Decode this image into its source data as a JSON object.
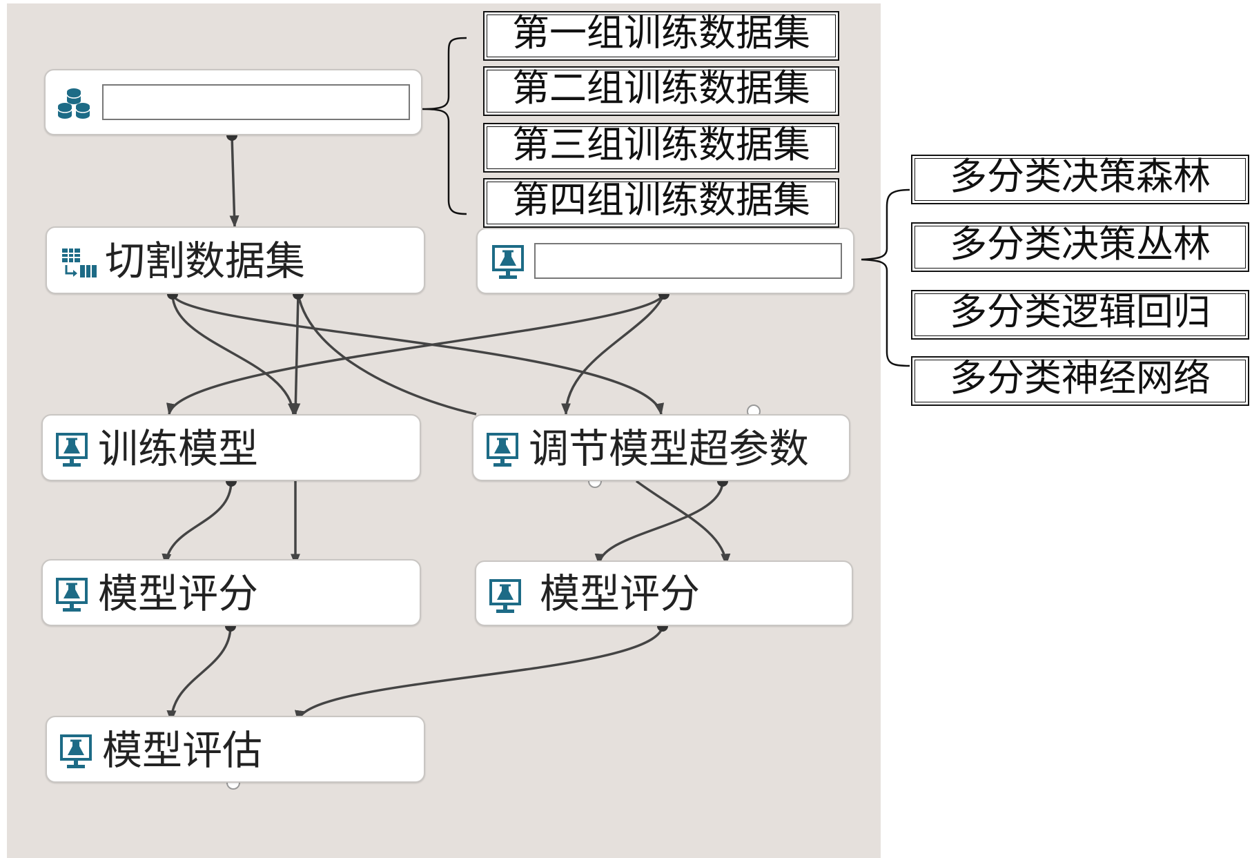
{
  "diagram": {
    "top_dataset_list": [
      "第一组训练数据集",
      "第二组训练数据集",
      "第三组训练数据集",
      "第四组训练数据集"
    ],
    "algorithm_list": [
      "多分类决策森林",
      "多分类决策丛林",
      "多分类逻辑回归",
      "多分类神经网络"
    ],
    "nodes": {
      "dataset": "",
      "split": "切割数据集",
      "algorithm": "",
      "train": "训练模型",
      "tune": "调节模型超参数",
      "score_left": "模型评分",
      "score_right": "模型评分",
      "evaluate": "模型评估"
    },
    "colors": {
      "canvas": "#e5e0dc",
      "icon": "#1d6b86",
      "wire": "#444444"
    },
    "icons": {
      "dataset": "database-icon",
      "split": "split-data-icon",
      "module": "module-flask-icon"
    }
  }
}
